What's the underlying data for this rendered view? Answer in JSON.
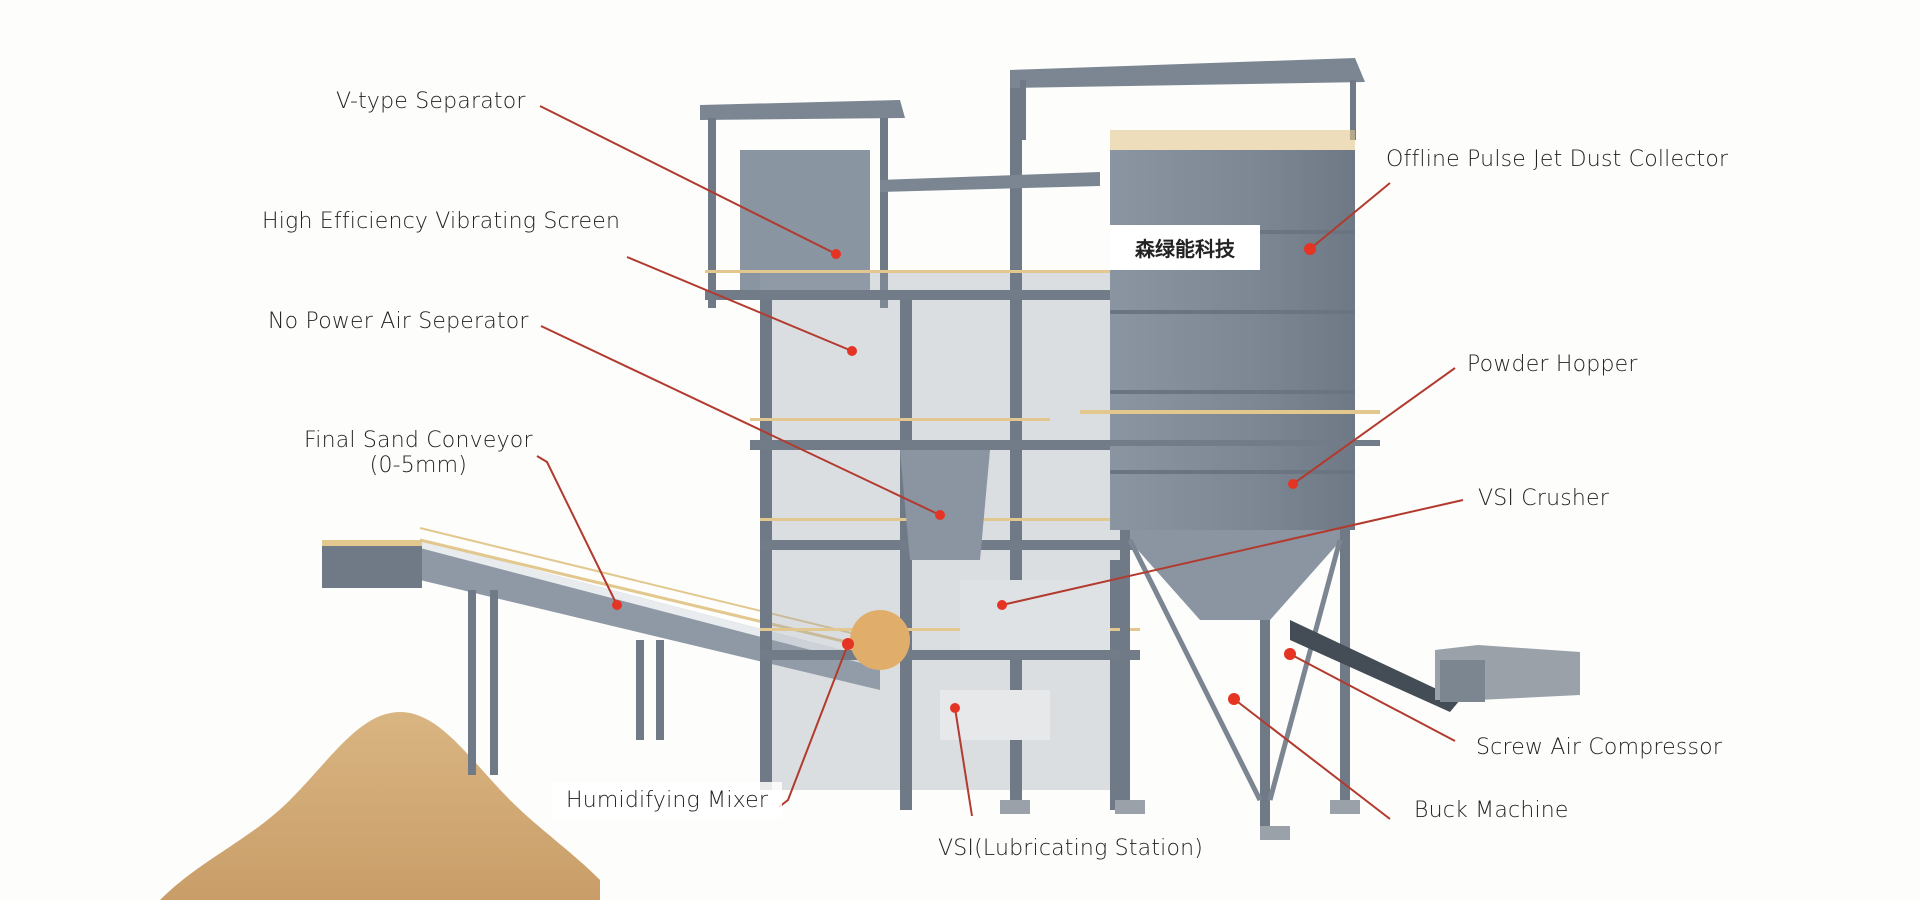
{
  "diagram": {
    "type": "annotated-equipment-illustration",
    "subject": "Dry sand making plant tower",
    "brand_sign": "森绿能科技",
    "colors": {
      "steel": "#7f8a96",
      "steel_dark": "#5f6975",
      "steel_light": "#a3adb8",
      "railing": "#e2c88f",
      "sand": "#d4ad7a",
      "leader_line": "#b23a2e",
      "marker": "#e53423",
      "text": "#222222",
      "background": "#fdfdfb"
    },
    "labels": [
      {
        "id": "v-type-separator",
        "text": "V-type Separator"
      },
      {
        "id": "vibrating-screen",
        "text": "High Efficiency Vibrating Screen"
      },
      {
        "id": "air-separator",
        "text": "No Power Air Seperator"
      },
      {
        "id": "final-sand-conveyor",
        "text": "Final Sand Conveyor",
        "subtext": "(0-5mm)"
      },
      {
        "id": "humidifying-mixer",
        "text": "Humidifying Mixer"
      },
      {
        "id": "vsi-lubricating-station",
        "text": "VSI(Lubricating Station)"
      },
      {
        "id": "dust-collector",
        "text": "Offline Pulse Jet Dust Collector"
      },
      {
        "id": "powder-hopper",
        "text": "Powder Hopper"
      },
      {
        "id": "vsi-crusher",
        "text": "VSI Crusher"
      },
      {
        "id": "screw-air-compressor",
        "text": "Screw Air Compressor"
      },
      {
        "id": "buck-machine",
        "text": "Buck Machine"
      }
    ]
  }
}
